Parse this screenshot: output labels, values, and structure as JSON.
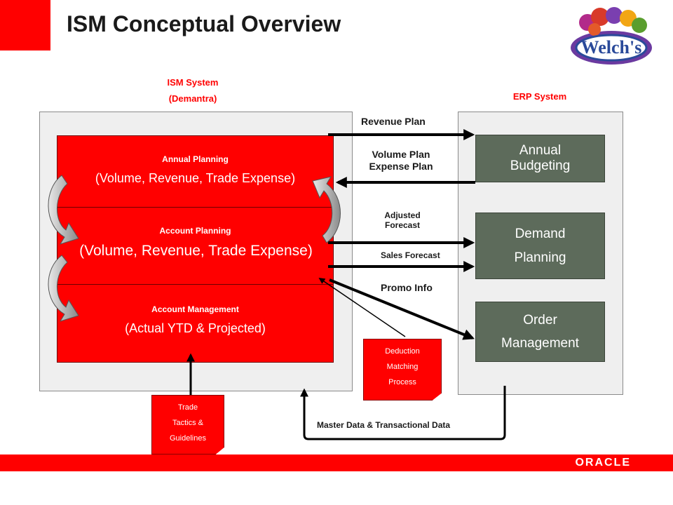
{
  "header": {
    "title": "ISM Conceptual Overview",
    "logo_text": "Welch's"
  },
  "systems": {
    "ism_line1": "ISM System",
    "ism_line2": "(Demantra)",
    "erp": "ERP System"
  },
  "ism_blocks": [
    {
      "title": "Annual Planning",
      "subtitle": "(Volume, Revenue, Trade Expense)"
    },
    {
      "title": "Account Planning",
      "subtitle": "(Volume, Revenue, Trade Expense)"
    },
    {
      "title": "Account Management",
      "subtitle": "(Actual YTD & Projected)"
    }
  ],
  "erp_blocks": [
    {
      "line1": "Annual",
      "line2": "Budgeting"
    },
    {
      "line1": "Demand",
      "line2": "Planning"
    },
    {
      "line1": "Order",
      "line2": "Management"
    }
  ],
  "flows": {
    "revenue_plan": "Revenue Plan",
    "volume_plan": "Volume Plan",
    "expense_plan": "Expense Plan",
    "adjusted_forecast_1": "Adjusted",
    "adjusted_forecast_2": "Forecast",
    "sales_forecast": "Sales Forecast",
    "promo_info": "Promo Info",
    "master_data": "Master Data & Transactional Data"
  },
  "notes": {
    "deduction": [
      "Deduction",
      "Matching",
      "Process"
    ],
    "trade": [
      "Trade",
      "Tactics &",
      "Guidelines"
    ]
  },
  "footer": {
    "brand": "ORACLE"
  },
  "colors": {
    "accent_red": "#ff0000",
    "erp_box": "#5d6b5b",
    "panel": "#efefef"
  }
}
